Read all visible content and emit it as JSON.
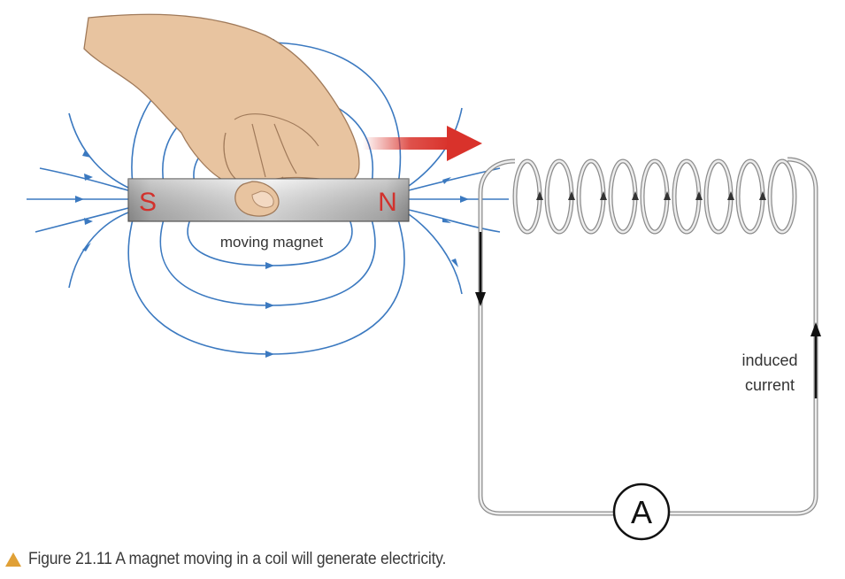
{
  "diagram": {
    "magnet_south_label": "S",
    "magnet_north_label": "N",
    "magnet_caption": "moving magnet",
    "current_label_line1": "induced",
    "current_label_line2": "current",
    "ammeter_label": "A"
  },
  "caption": {
    "text": "Figure 21.11 A magnet moving in a coil will generate electricity."
  },
  "colors": {
    "field_lines": "#3b79c0",
    "pole_text": "#d2322d",
    "motion_arrow": "#d9322b",
    "caption_icon": "#e0a036"
  }
}
